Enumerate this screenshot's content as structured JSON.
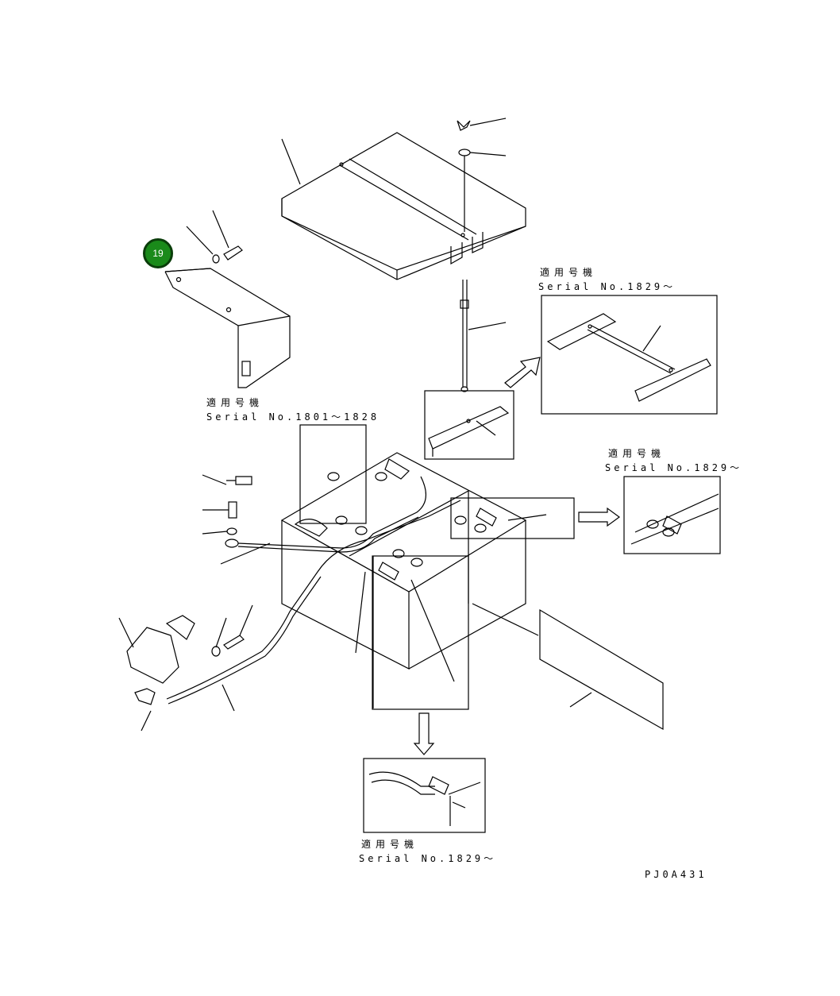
{
  "callout": {
    "number": "19",
    "color": "#1a8a1a",
    "border_color": "#0a3d0a"
  },
  "notes": [
    {
      "jp": "適用号機",
      "serial": "Serial No.1801～1828"
    },
    {
      "jp": "適用号機",
      "serial": "Serial No.1829～"
    },
    {
      "jp": "適用号機",
      "serial": "Serial No.1829～"
    },
    {
      "jp": "適用号機",
      "serial": "Serial No.1829～"
    }
  ],
  "drawing_code": "PJ0A431",
  "icons": [
    "arrow-right-icon",
    "arrow-up-right-icon",
    "arrow-down-icon"
  ]
}
